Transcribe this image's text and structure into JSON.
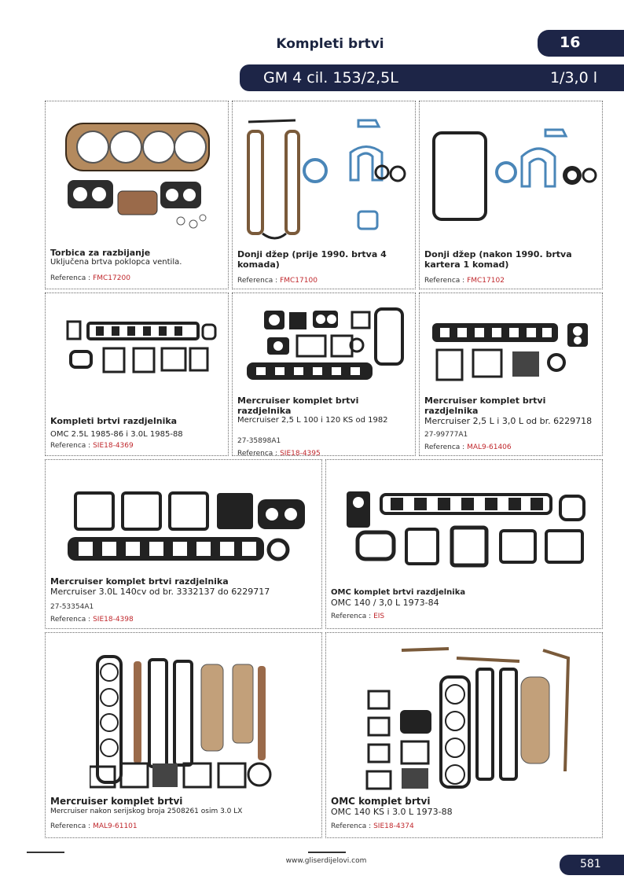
{
  "header": {
    "title": "Kompleti brtvi",
    "page_tab": "16",
    "banner_left": "GM 4 cil. 153/2,5L",
    "banner_right": "1/3,0 l"
  },
  "products": [
    {
      "title": "Torbica za razbijanje",
      "desc": "Uključena brtva poklopca ventila.",
      "ref_label": "Referenca :",
      "ref": "FMC17200"
    },
    {
      "title": "Donji džep (prije 1990. brtva 4 komada)",
      "desc": "",
      "ref_label": "Referenca :",
      "ref": "FMC17100"
    },
    {
      "title": "Donji džep (nakon 1990. brtva kartera 1 komad)",
      "desc": "",
      "ref_label": "Referenca :",
      "ref": "FMC17102"
    },
    {
      "title": "Kompleti brtvi razdjelnika",
      "desc": "OMC 2.5L 1985-86 i 3.0L 1985-88",
      "ref_label": "Referenca :",
      "ref": "SIE18-4369"
    },
    {
      "title": "Mercruiser komplet brtvi razdjelnika",
      "desc": "Mercruiser 2,5 L 100 i 120 KS od 1982",
      "code": "27-35898A1",
      "ref_label": "Referenca :",
      "ref": "SIE18-4395"
    },
    {
      "title": "Mercruiser komplet brtvi razdjelnika",
      "desc": "Mercruiser 2,5 L i 3,0 L od br. 6229718",
      "code": "27-99777A1",
      "ref_label": "Referenca :",
      "ref": "MAL9-61406"
    },
    {
      "title": "Mercruiser komplet brtvi razdjelnika",
      "desc": "Mercruiser 3.0L 140cv od br. 3332137 do 6229717",
      "code": "27-53354A1",
      "ref_label": "Referenca :",
      "ref": "SIE18-4398"
    },
    {
      "title": "OMC komplet brtvi razdjelnika",
      "desc": "OMC 140 / 3,0 L 1973-84",
      "ref_label": "Referenca :",
      "ref": "EIS"
    },
    {
      "title": "Mercruiser komplet brtvi",
      "desc": "Mercruiser nakon serijskog broja 2508261 osim 3.0 LX",
      "ref_label": "Referenca :",
      "ref": "MAL9-61101"
    },
    {
      "title": "OMC komplet brtvi",
      "desc": "OMC 140 KS i 3.0 L 1973-88",
      "ref_label": "Referenca :",
      "ref": "SIE18-4374"
    }
  ],
  "footer": {
    "website": "www.gliserdijelovi.com",
    "page_number": "581"
  }
}
